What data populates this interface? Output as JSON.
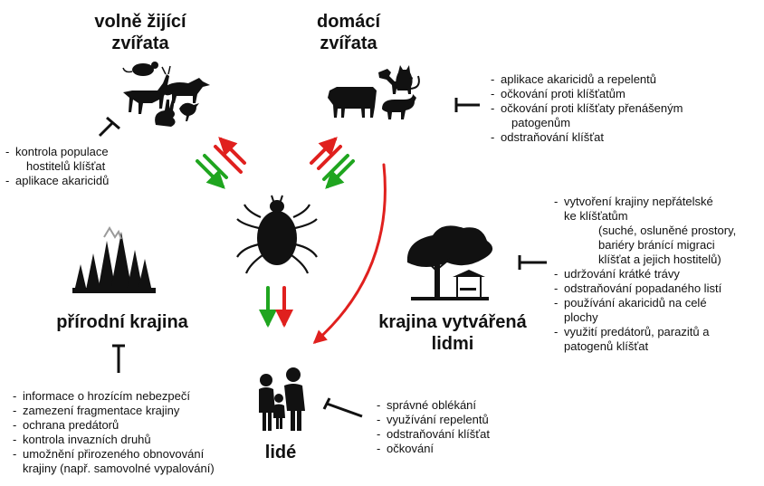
{
  "nodes": {
    "wild_animals": {
      "line1": "volně žijící",
      "line2": "zvířata"
    },
    "domestic_animals": {
      "line1": "domácí",
      "line2": "zvířata"
    },
    "natural_landscape": {
      "label": "přírodní krajina"
    },
    "human_landscape": {
      "line1": "krajina vytvářená",
      "line2": "lidmi"
    },
    "people": {
      "label": "lidé"
    }
  },
  "measures": {
    "wild_animals": [
      {
        "line1": "kontrola populace",
        "line2": "hostitelů klíšťat"
      },
      {
        "line1": "aplikace akaricidů"
      }
    ],
    "domestic_animals": [
      {
        "line1": "aplikace akaricidů a repelentů"
      },
      {
        "line1": "očkování proti klíšťatům"
      },
      {
        "line1": "očkování proti klíšťaty přenášeným",
        "line2": "patogenům"
      },
      {
        "line1": "odstraňování klíšťat"
      }
    ],
    "human_landscape": {
      "item1_line1": "vytvoření krajiny nepřátelské",
      "item1_line2": "ke klíšťatům",
      "item1_note1": "(suché, osluněné prostory,",
      "item1_note2": "bariéry bránící migraci",
      "item1_note3": "klíšťat a jejich hostitelů)",
      "item2": "udržování krátké trávy",
      "item3": "odstraňování popadaného listí",
      "item4_line1": "používání akaricidů na celé",
      "item4_line2": "plochy",
      "item5_line1": "využití predátorů, parazitů a",
      "item5_line2": "patogenů klíšťat"
    },
    "natural_landscape": [
      {
        "line1": "informace o hrozícím nebezpečí"
      },
      {
        "line1": "zamezení fragmentace krajiny"
      },
      {
        "line1": "ochrana predátorů"
      },
      {
        "line1": "kontrola invazních druhů"
      },
      {
        "line1": "umožnění přirozeného obnovování",
        "line2": "krajiny (např. samovolné vypalování)"
      }
    ],
    "people": [
      {
        "line1": "správné oblékání"
      },
      {
        "line1": "využívání repelentů"
      },
      {
        "line1": "odstraňování klíšťat"
      },
      {
        "line1": "očkování"
      }
    ]
  },
  "colors": {
    "arrow_red": "#e0201e",
    "arrow_green": "#1fa51f",
    "silhouette": "#111111",
    "inhibitor": "#111111"
  },
  "icons": {
    "wild_animals": "wild-animals-silhouette-icon",
    "domestic_animals": "farm-animals-silhouette-icon",
    "tick": "tick-icon",
    "natural_landscape": "forest-icon",
    "human_landscape": "garden-tree-icon",
    "people": "family-icon"
  }
}
